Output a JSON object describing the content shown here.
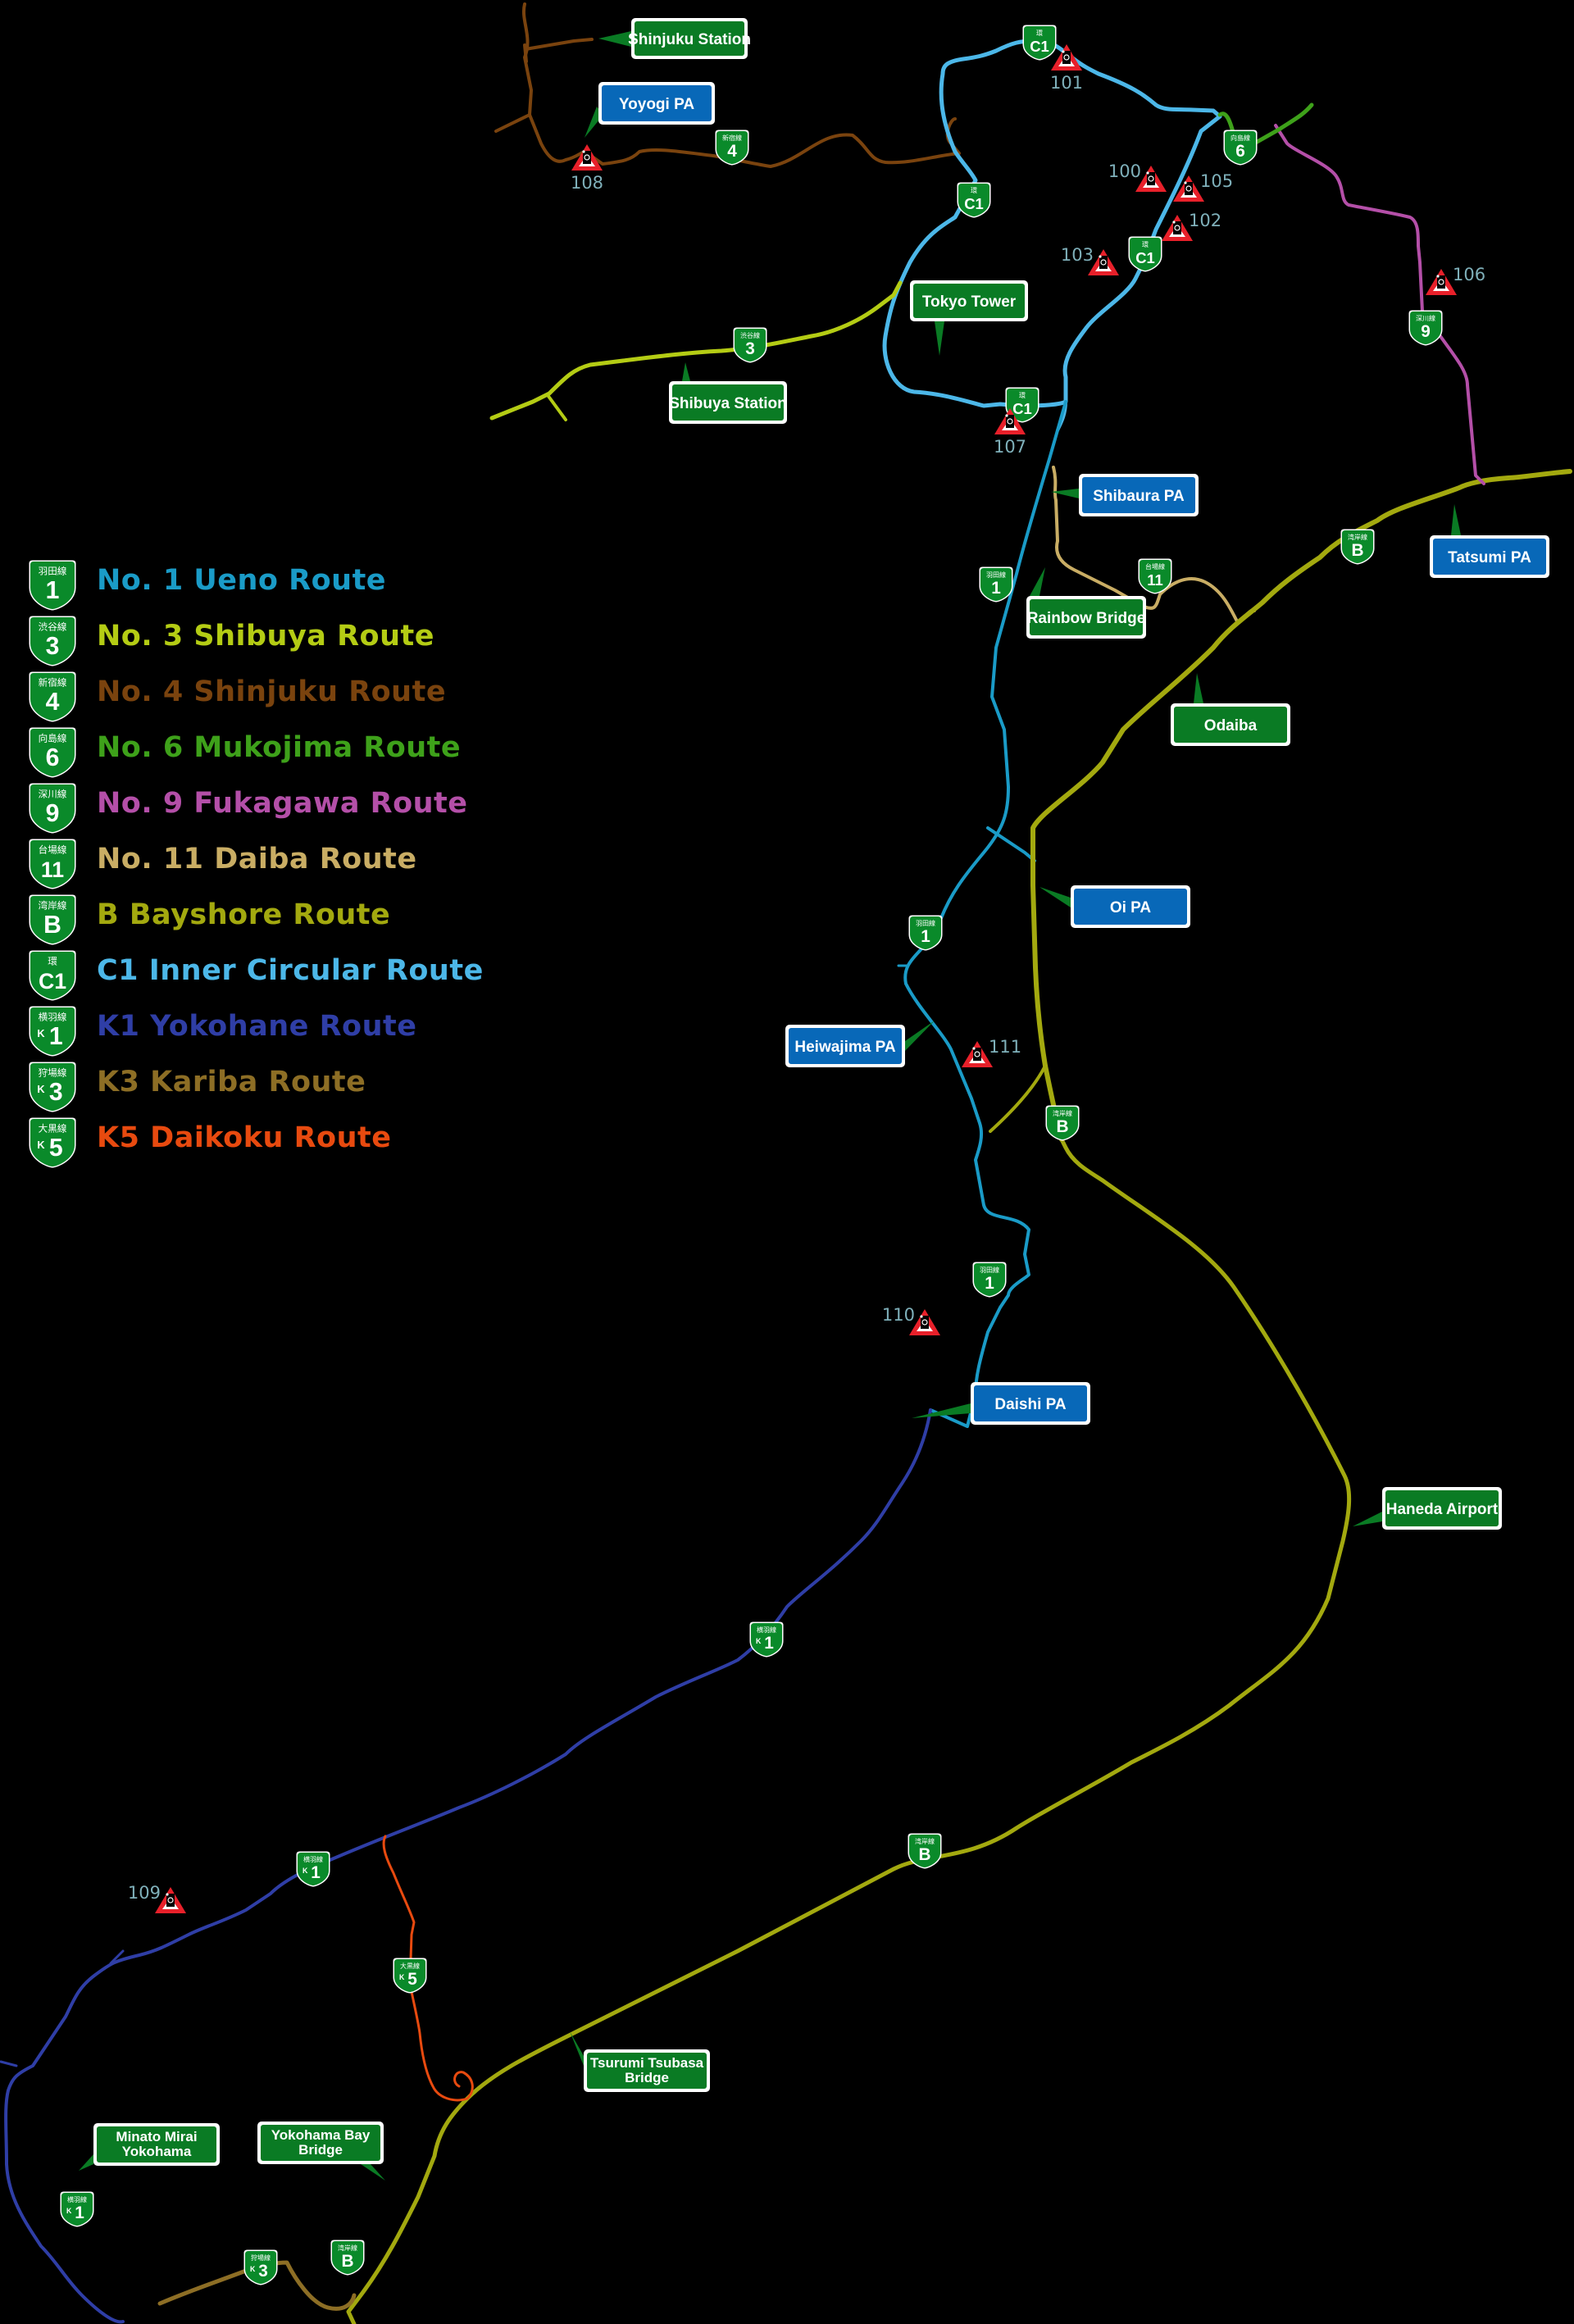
{
  "legend": [
    {
      "id": "r1",
      "kanji": "羽田線",
      "num": "1",
      "prefix": "",
      "label": "No. 1 Ueno Route",
      "color": "#1a9bc7"
    },
    {
      "id": "r3",
      "kanji": "渋谷線",
      "num": "3",
      "prefix": "",
      "label": "No. 3 Shibuya Route",
      "color": "#b4cc14"
    },
    {
      "id": "r4",
      "kanji": "新宿線",
      "num": "4",
      "prefix": "",
      "label": "No. 4 Shinjuku Route",
      "color": "#7a430e"
    },
    {
      "id": "r6",
      "kanji": "向島線",
      "num": "6",
      "prefix": "",
      "label": "No. 6 Mukojima Route",
      "color": "#3ea11a"
    },
    {
      "id": "r9",
      "kanji": "深川線",
      "num": "9",
      "prefix": "",
      "label": "No. 9 Fukagawa Route",
      "color": "#b44fa8"
    },
    {
      "id": "r11",
      "kanji": "台場線",
      "num": "11",
      "prefix": "",
      "label": "No. 11 Daiba Route",
      "color": "#c9ad64"
    },
    {
      "id": "rB",
      "kanji": "湾岸線",
      "num": "B",
      "prefix": "",
      "label": "B Bayshore Route",
      "color": "#a3a90f"
    },
    {
      "id": "rC1",
      "kanji": "環",
      "num": "C1",
      "prefix": "",
      "label": "C1 Inner Circular Route",
      "color": "#4cb7e8"
    },
    {
      "id": "rK1",
      "kanji": "横羽線",
      "num": "1",
      "prefix": "K",
      "label": "K1 Yokohane Route",
      "color": "#2f3ea6"
    },
    {
      "id": "rK3",
      "kanji": "狩場線",
      "num": "3",
      "prefix": "K",
      "label": "K3 Kariba Route",
      "color": "#8d6e25"
    },
    {
      "id": "rK5",
      "kanji": "大黒線",
      "num": "5",
      "prefix": "K",
      "label": "K5 Daikoku Route",
      "color": "#e84a0f"
    }
  ],
  "places": [
    {
      "name": "Shinjuku Station",
      "type": "landmark"
    },
    {
      "name": "Yoyogi PA",
      "type": "pa"
    },
    {
      "name": "Tokyo Tower",
      "type": "landmark"
    },
    {
      "name": "Shibuya Station",
      "type": "landmark"
    },
    {
      "name": "Shibaura PA",
      "type": "pa"
    },
    {
      "name": "Rainbow Bridge",
      "type": "landmark"
    },
    {
      "name": "Tatsumi PA",
      "type": "pa"
    },
    {
      "name": "Odaiba",
      "type": "landmark"
    },
    {
      "name": "Oi PA",
      "type": "pa"
    },
    {
      "name": "Heiwajima PA",
      "type": "pa"
    },
    {
      "name": "Daishi PA",
      "type": "pa"
    },
    {
      "name": "Haneda Airport",
      "type": "landmark"
    },
    {
      "name": "Tsurumi Tsubasa Bridge",
      "type": "landmark"
    },
    {
      "name": "Minato Mirai Yokohama",
      "type": "landmark"
    },
    {
      "name": "Yokohama Bay Bridge",
      "type": "landmark"
    }
  ],
  "cameras": [
    "100",
    "101",
    "102",
    "103",
    "105",
    "106",
    "107",
    "108",
    "109",
    "110",
    "111"
  ],
  "colors": {
    "background": "#000000",
    "landmark_sign": "#0a7b24",
    "pa_sign": "#0868b8",
    "shield": "#0a8a2a",
    "camera_warning": "#e8202a",
    "camera_label": "#7fb0ba"
  }
}
